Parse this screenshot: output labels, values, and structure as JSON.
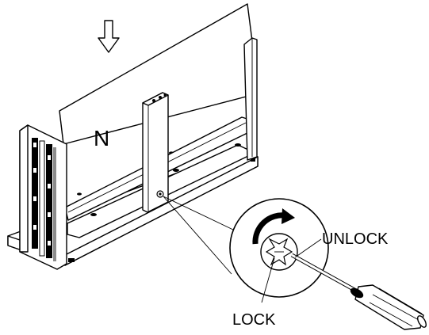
{
  "labels": {
    "panel": "N",
    "unlock": "UNLOCK",
    "lock": "LOCK"
  },
  "icons": {
    "direction_arrow": "down-arrow-icon",
    "rotation_arrow": "clockwise-arrow-icon",
    "tool": "screwdriver-icon",
    "fastener": "cam-lock-icon"
  },
  "colors": {
    "line": "#000000",
    "background": "#ffffff"
  }
}
